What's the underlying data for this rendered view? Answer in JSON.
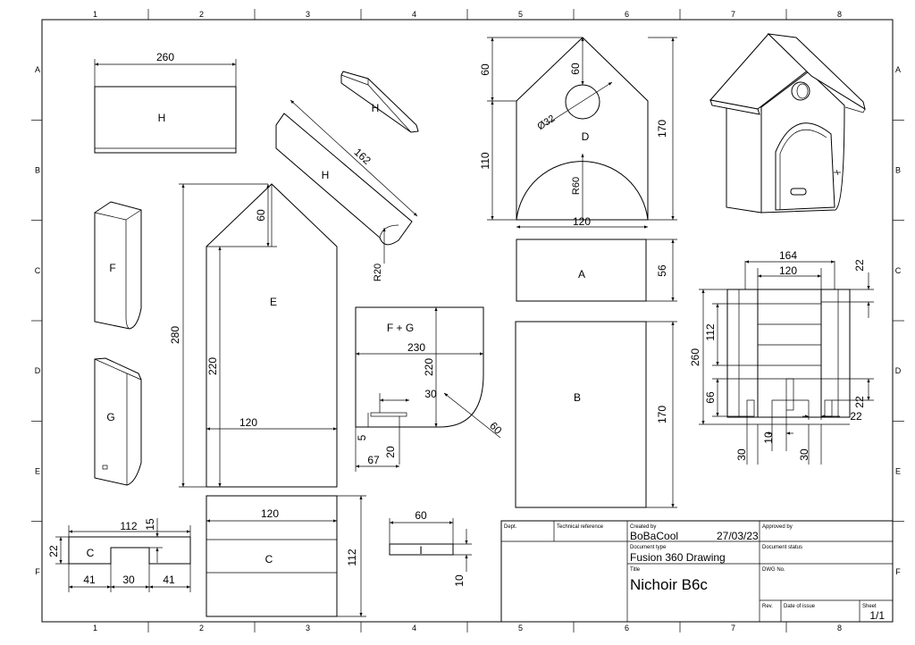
{
  "grid": {
    "columns": [
      "1",
      "2",
      "3",
      "4",
      "5",
      "6",
      "7",
      "8"
    ],
    "rows": [
      "A",
      "B",
      "C",
      "D",
      "E",
      "F"
    ]
  },
  "parts": {
    "h_top": {
      "label": "H",
      "dim": "260"
    },
    "h_side": {
      "label": "H",
      "dim_len": "162",
      "dim_radius": "R20"
    },
    "h_small": {
      "label": "H"
    },
    "f": {
      "label": "F"
    },
    "g": {
      "label": "G"
    },
    "e": {
      "label": "E",
      "dim_total": "280",
      "dim_peak": "60",
      "dim_side": "220",
      "dim_width": "120"
    },
    "fg": {
      "label": "F + G",
      "dim_width": "230",
      "dim_height": "220",
      "dim_notch": "30",
      "dim_radius": "60",
      "dim_5": "5",
      "dim_20": "20",
      "dim_67": "67"
    },
    "d": {
      "label": "D",
      "dim_peak_left": "60",
      "dim_peak_hole": "60",
      "dim_hole": "Ø32",
      "dim_110": "110",
      "dim_170": "170",
      "dim_r60": "R60",
      "dim_width": "120"
    },
    "a": {
      "label": "A",
      "dim_height": "56"
    },
    "b": {
      "label": "B",
      "dim_height": "170"
    },
    "front": {
      "dim_164": "164",
      "dim_120": "120",
      "dim_22_top": "22",
      "dim_260": "260",
      "dim_112": "112",
      "dim_66": "66",
      "dim_22_mid": "22",
      "dim_22_bot": "22",
      "dim_10": "10",
      "dim_30_left": "30",
      "dim_30_right": "30"
    },
    "c_small": {
      "label": "C",
      "dim_112": "112",
      "dim_15": "15",
      "dim_22": "22",
      "dim_41_left": "41",
      "dim_30": "30",
      "dim_41_right": "41"
    },
    "c_large": {
      "label": "C",
      "dim_width": "120",
      "dim_height": "112"
    },
    "i": {
      "label": "I",
      "dim_width": "60",
      "dim_height": "10"
    }
  },
  "title_block": {
    "dept_label": "Dept.",
    "tech_ref_label": "Technical reference",
    "created_by_label": "Created by",
    "created_by": "BoBaCool",
    "created_date": "27/03/23",
    "approved_by_label": "Approved by",
    "doc_type_label": "Document type",
    "doc_type": "Fusion 360 Drawing",
    "doc_status_label": "Document status",
    "title_label": "Title",
    "title": "Nichoir B6c",
    "dwg_no_label": "DWG No.",
    "rev_label": "Rev.",
    "date_issue_label": "Date of issue",
    "sheet_label": "Sheet",
    "sheet": "1/1"
  }
}
